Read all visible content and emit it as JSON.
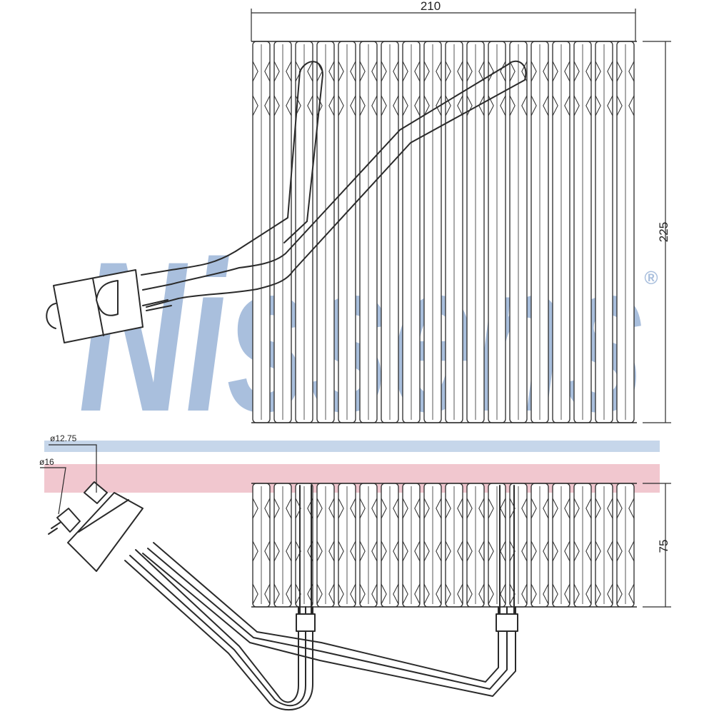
{
  "dimensions": {
    "width_label": "210",
    "height_label": "225",
    "depth_label": "75"
  },
  "pipe_labels": {
    "outer_diameter": "ø12.75",
    "inner_diameter": "ø16"
  },
  "watermark": {
    "brand": "Nissens",
    "registered": "®",
    "colors": {
      "logo": "#a9bfdd",
      "blue_stripe": "#c6d6ea",
      "red_stripe": "#f1c7cf"
    }
  },
  "colors": {
    "line": "#2a2a2a",
    "fin_fill": "#ffffff"
  }
}
